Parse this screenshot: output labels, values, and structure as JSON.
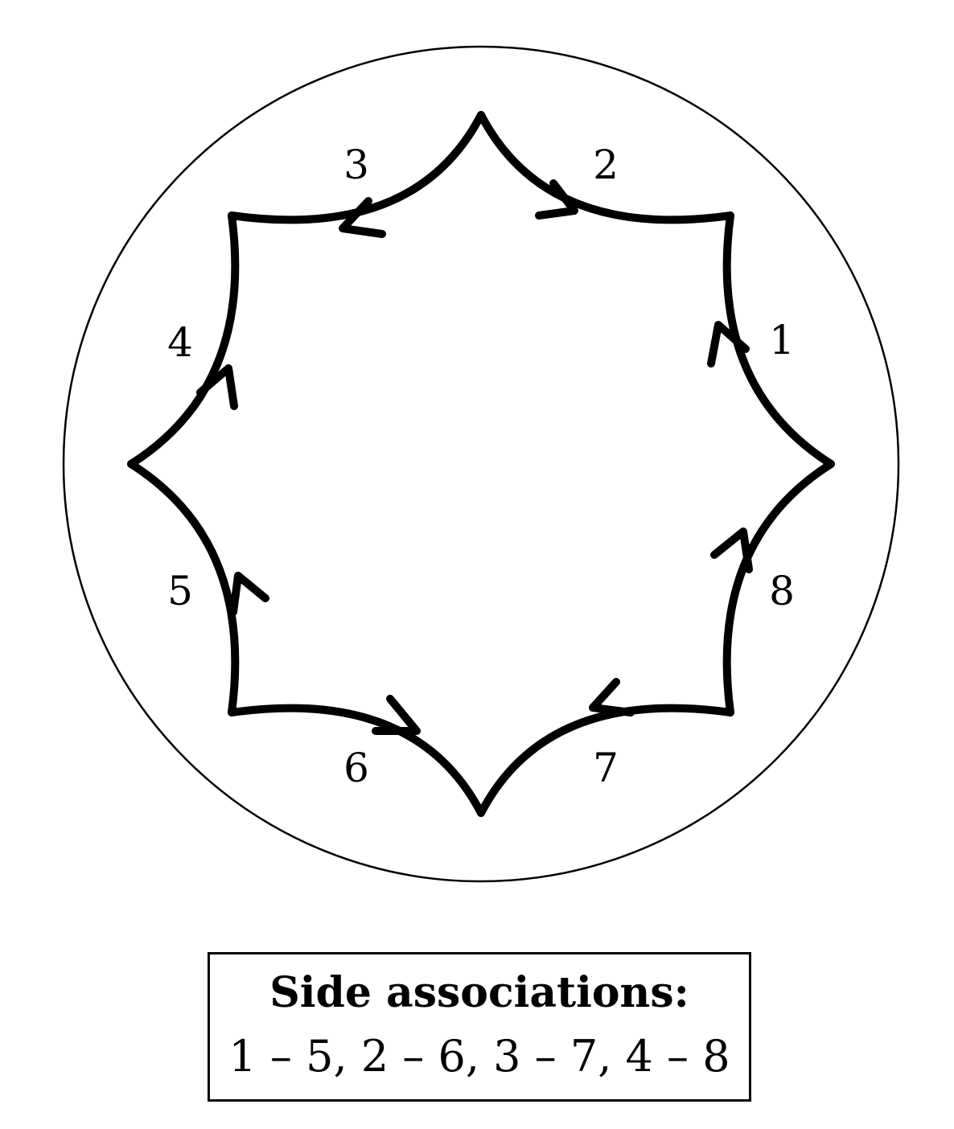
{
  "diagram": {
    "sides": [
      {
        "label": "1",
        "paired_with": "5"
      },
      {
        "label": "2",
        "paired_with": "6"
      },
      {
        "label": "3",
        "paired_with": "7"
      },
      {
        "label": "4",
        "paired_with": "8"
      },
      {
        "label": "5",
        "paired_with": "1"
      },
      {
        "label": "6",
        "paired_with": "2"
      },
      {
        "label": "7",
        "paired_with": "3"
      },
      {
        "label": "8",
        "paired_with": "4"
      }
    ]
  },
  "legend": {
    "title": "Side associations:",
    "pairs": "1 – 5, 2 – 6, 3 – 7, 4 – 8"
  }
}
